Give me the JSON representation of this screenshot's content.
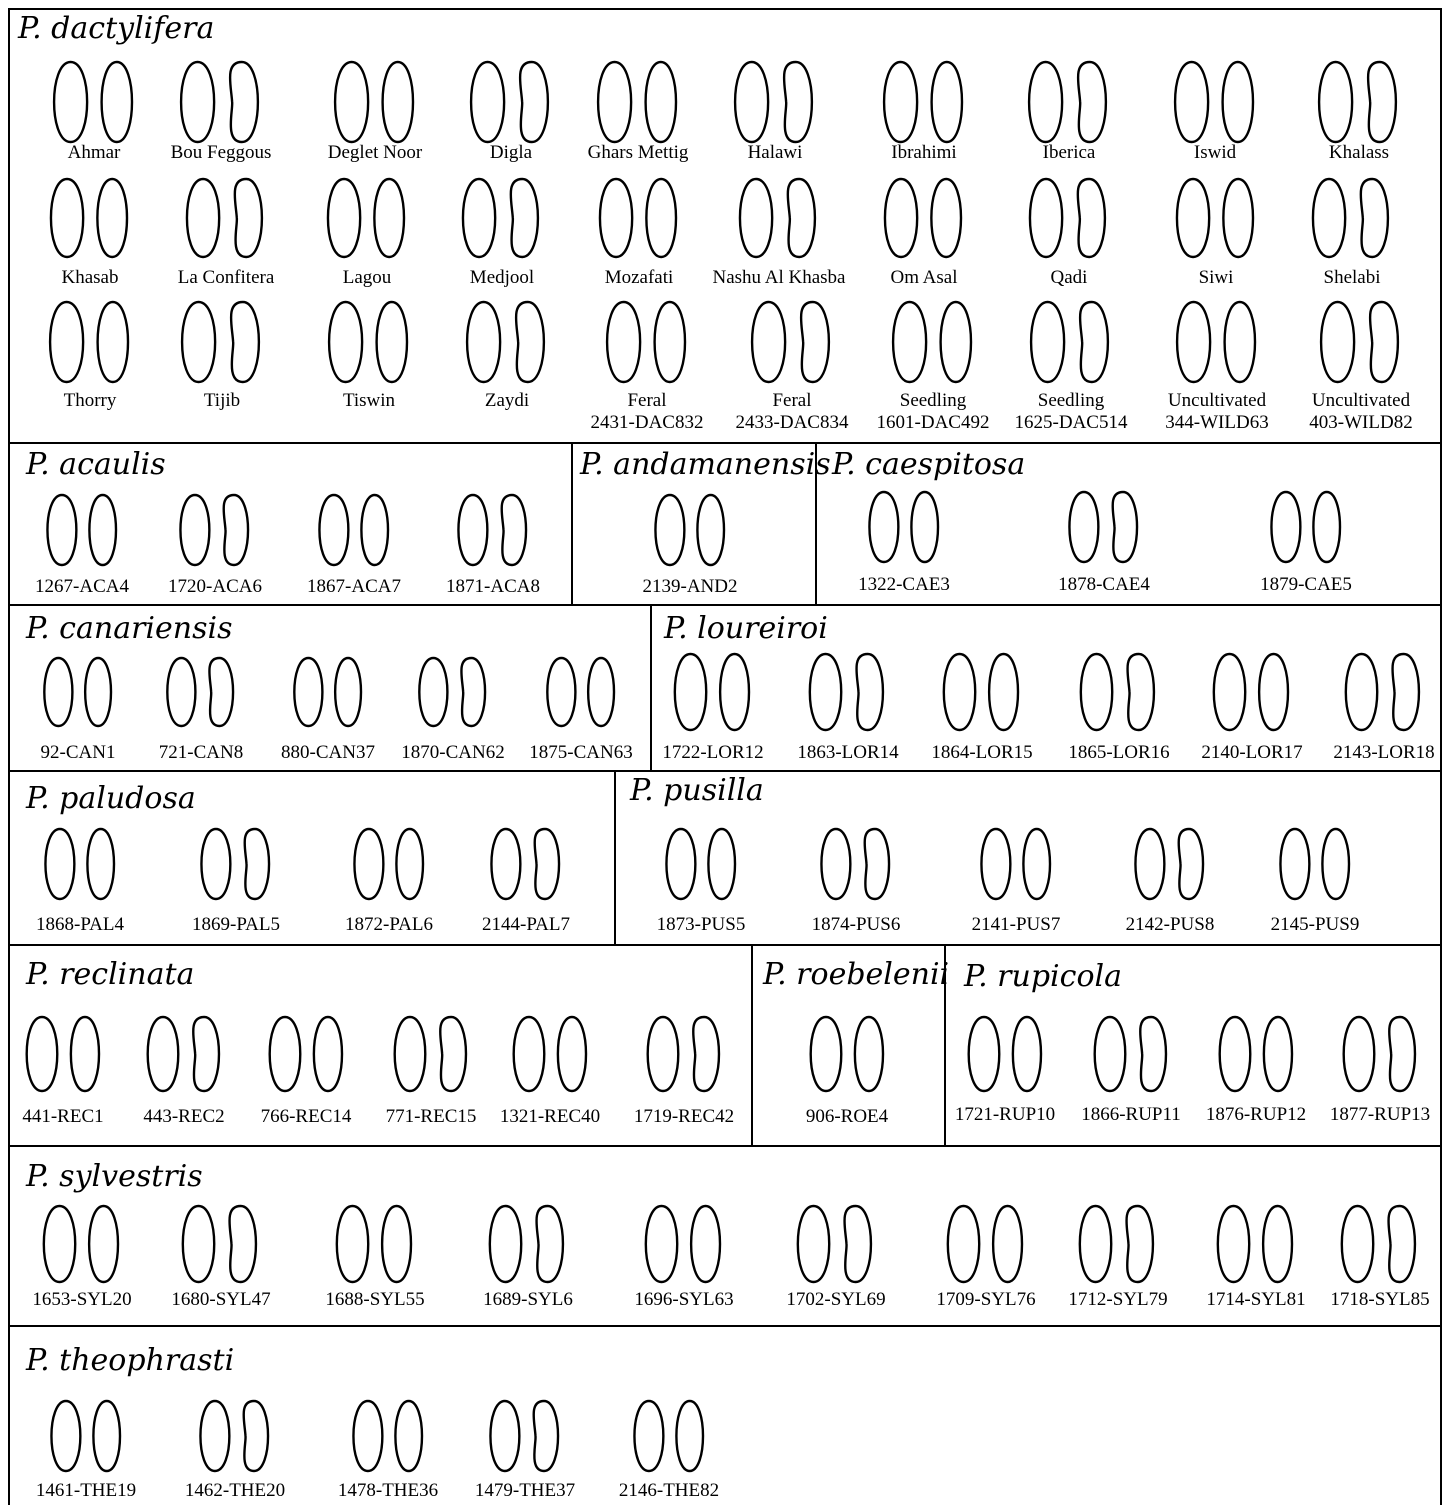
{
  "panels": [
    {
      "species": "P. dactylifera",
      "seeds": [
        {
          "label": [
            "Ahmar"
          ]
        },
        {
          "label": [
            "Bou Feggous"
          ]
        },
        {
          "label": [
            "Deglet Noor"
          ]
        },
        {
          "label": [
            "Digla"
          ]
        },
        {
          "label": [
            "Ghars Mettig"
          ]
        },
        {
          "label": [
            "Halawi"
          ]
        },
        {
          "label": [
            "Ibrahimi"
          ]
        },
        {
          "label": [
            "Iberica"
          ]
        },
        {
          "label": [
            "Iswid"
          ]
        },
        {
          "label": [
            "Khalass"
          ]
        },
        {
          "label": [
            "Khasab"
          ]
        },
        {
          "label": [
            "La Confitera"
          ]
        },
        {
          "label": [
            "Lagou"
          ]
        },
        {
          "label": [
            "Medjool"
          ]
        },
        {
          "label": [
            "Mozafati"
          ]
        },
        {
          "label": [
            "Nashu Al Khasba"
          ]
        },
        {
          "label": [
            "Om Asal"
          ]
        },
        {
          "label": [
            "Qadi"
          ]
        },
        {
          "label": [
            "Siwi"
          ]
        },
        {
          "label": [
            "Shelabi"
          ]
        },
        {
          "label": [
            "Thorry"
          ]
        },
        {
          "label": [
            "Tijib"
          ]
        },
        {
          "label": [
            "Tiswin"
          ]
        },
        {
          "label": [
            "Zaydi"
          ]
        },
        {
          "label": [
            "Feral",
            "2431-DAC832"
          ]
        },
        {
          "label": [
            "Feral",
            "2433-DAC834"
          ]
        },
        {
          "label": [
            "Seedling",
            "1601-DAC492"
          ]
        },
        {
          "label": [
            "Seedling",
            "1625-DAC514"
          ]
        },
        {
          "label": [
            "Uncultivated",
            "344-WILD63"
          ]
        },
        {
          "label": [
            "Uncultivated",
            "403-WILD82"
          ]
        }
      ]
    },
    {
      "species": "P. acaulis",
      "seeds": [
        {
          "label": [
            "1267-ACA4"
          ]
        },
        {
          "label": [
            "1720-ACA6"
          ]
        },
        {
          "label": [
            "1867-ACA7"
          ]
        },
        {
          "label": [
            "1871-ACA8"
          ]
        }
      ]
    },
    {
      "species": "P. andamanensis",
      "seeds": [
        {
          "label": [
            "2139-AND2"
          ]
        }
      ]
    },
    {
      "species": "P. caespitosa",
      "seeds": [
        {
          "label": [
            "1322-CAE3"
          ]
        },
        {
          "label": [
            "1878-CAE4"
          ]
        },
        {
          "label": [
            "1879-CAE5"
          ]
        }
      ]
    },
    {
      "species": "P. canariensis",
      "seeds": [
        {
          "label": [
            "92-CAN1"
          ]
        },
        {
          "label": [
            "721-CAN8"
          ]
        },
        {
          "label": [
            "880-CAN37"
          ]
        },
        {
          "label": [
            "1870-CAN62"
          ]
        },
        {
          "label": [
            "1875-CAN63"
          ]
        }
      ]
    },
    {
      "species": "P. loureiroi",
      "seeds": [
        {
          "label": [
            "1722-LOR12"
          ]
        },
        {
          "label": [
            "1863-LOR14"
          ]
        },
        {
          "label": [
            "1864-LOR15"
          ]
        },
        {
          "label": [
            "1865-LOR16"
          ]
        },
        {
          "label": [
            "2140-LOR17"
          ]
        },
        {
          "label": [
            "2143-LOR18"
          ]
        }
      ]
    },
    {
      "species": "P. paludosa",
      "seeds": [
        {
          "label": [
            "1868-PAL4"
          ]
        },
        {
          "label": [
            "1869-PAL5"
          ]
        },
        {
          "label": [
            "1872-PAL6"
          ]
        },
        {
          "label": [
            "2144-PAL7"
          ]
        }
      ]
    },
    {
      "species": "P. pusilla",
      "seeds": [
        {
          "label": [
            "1873-PUS5"
          ]
        },
        {
          "label": [
            "1874-PUS6"
          ]
        },
        {
          "label": [
            "2141-PUS7"
          ]
        },
        {
          "label": [
            "2142-PUS8"
          ]
        },
        {
          "label": [
            "2145-PUS9"
          ]
        }
      ]
    },
    {
      "species": "P. reclinata",
      "seeds": [
        {
          "label": [
            "441-REC1"
          ]
        },
        {
          "label": [
            "443-REC2"
          ]
        },
        {
          "label": [
            "766-REC14"
          ]
        },
        {
          "label": [
            "771-REC15"
          ]
        },
        {
          "label": [
            "1321-REC40"
          ]
        },
        {
          "label": [
            "1719-REC42"
          ]
        }
      ]
    },
    {
      "species": "P. roebelenii",
      "seeds": [
        {
          "label": [
            "906-ROE4"
          ]
        }
      ]
    },
    {
      "species": "P. rupicola",
      "seeds": [
        {
          "label": [
            "1721-RUP10"
          ]
        },
        {
          "label": [
            "1866-RUP11"
          ]
        },
        {
          "label": [
            "1876-RUP12"
          ]
        },
        {
          "label": [
            "1877-RUP13"
          ]
        }
      ]
    },
    {
      "species": "P. sylvestris",
      "seeds": [
        {
          "label": [
            "1653-SYL20"
          ]
        },
        {
          "label": [
            "1680-SYL47"
          ]
        },
        {
          "label": [
            "1688-SYL55"
          ]
        },
        {
          "label": [
            "1689-SYL6"
          ]
        },
        {
          "label": [
            "1696-SYL63"
          ]
        },
        {
          "label": [
            "1702-SYL69"
          ]
        },
        {
          "label": [
            "1709-SYL76"
          ]
        },
        {
          "label": [
            "1712-SYL79"
          ]
        },
        {
          "label": [
            "1714-SYL81"
          ]
        },
        {
          "label": [
            "1718-SYL85"
          ]
        }
      ]
    },
    {
      "species": "P. theophrasti",
      "seeds": [
        {
          "label": [
            "1461-THE19"
          ]
        },
        {
          "label": [
            "1462-THE20"
          ]
        },
        {
          "label": [
            "1478-THE36"
          ]
        },
        {
          "label": [
            "1479-THE37"
          ]
        },
        {
          "label": [
            "2146-THE82"
          ]
        }
      ]
    }
  ]
}
